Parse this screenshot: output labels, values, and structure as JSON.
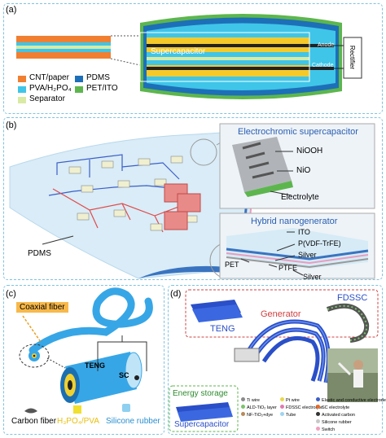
{
  "panel_a": {
    "label": "(a)",
    "supercapacitor": "Supercapacitor",
    "anode": "Anode",
    "cathode": "Cathode",
    "rectifier": "Rectifier",
    "legend": [
      {
        "name": "CNT/paper",
        "color": "#f07f32"
      },
      {
        "name": "PVA/H₂PO₄",
        "color": "#3fc5e8"
      },
      {
        "name": "Separator",
        "color": "#d8eaa3"
      },
      {
        "name": "PDMS",
        "color": "#1d6fb8"
      },
      {
        "name": "PET/ITO",
        "color": "#5db64d"
      }
    ]
  },
  "panel_b": {
    "label": "(b)",
    "ec_title": "Electrochromic supercapacitor",
    "niooh": "NiOOH",
    "nio": "NiO",
    "electrolyte": "Electrolyte",
    "hn_title": "Hybrid nanogenerator",
    "ito": "ITO",
    "pvdf": "P(VDF-TrFE)",
    "silver1": "Silver",
    "pet": "PET",
    "ptfe": "PTFE",
    "silver2": "Silver",
    "pdms": "PDMS"
  },
  "panel_c": {
    "label": "(c)",
    "coaxial": "Coaxial fiber",
    "teng": "TENG",
    "sc": "SC",
    "carbon_fiber": "Carbon fiber",
    "h3po4": "H₃PO₄/PVA",
    "silicone": "Silicone rubber"
  },
  "panel_d": {
    "label": "(d)",
    "generator": "Generator",
    "fdssc": "FDSSC",
    "teng": "TENG",
    "energy_storage": "Energy storage",
    "supercapacitor": "Supercapacitor",
    "legend": [
      {
        "name": "Ti wire",
        "color": "#8a8a8a"
      },
      {
        "name": "ALD-TiO₂ layer",
        "color": "#7cc36a"
      },
      {
        "name": "NF-TiO₂+dye",
        "color": "#b88a5a"
      },
      {
        "name": "Pt wire",
        "color": "#e8d84a"
      },
      {
        "name": "FDSSC electrolyte",
        "color": "#e07ab0"
      },
      {
        "name": "Tube",
        "color": "#9fd3f0"
      },
      {
        "name": "Elastic and conductive electrode",
        "color": "#3b5ec8"
      },
      {
        "name": "SC electrolyte",
        "color": "#e86a2a"
      },
      {
        "name": "Activated carbon",
        "color": "#333333"
      },
      {
        "name": "Silicone rubber",
        "color": "#c8c8c8"
      },
      {
        "name": "Switch",
        "color": "#f0a0c0"
      }
    ]
  }
}
